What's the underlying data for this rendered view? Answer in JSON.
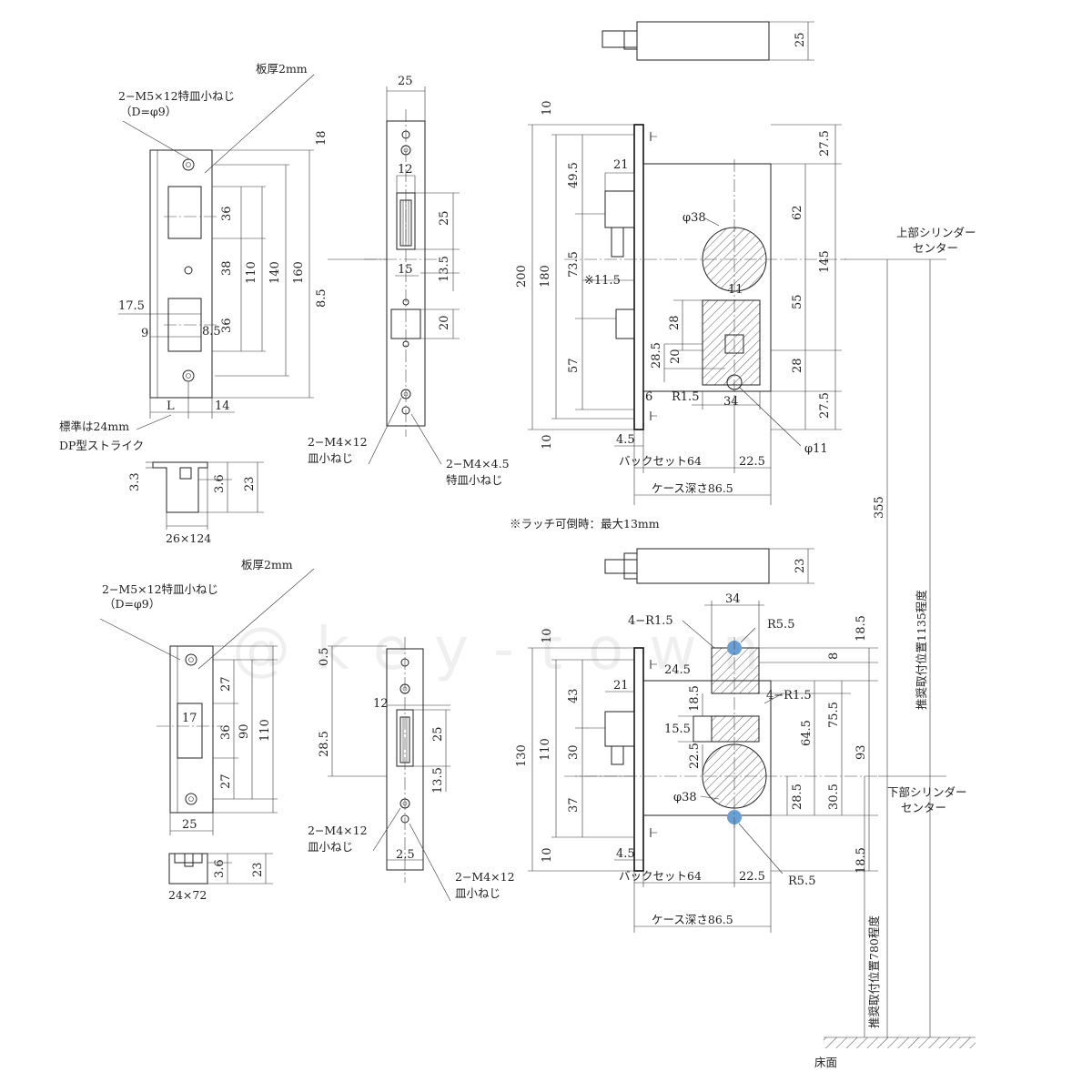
{
  "accent_color": "#6a9fd4",
  "watermark": "@key-town",
  "top": {
    "plate_thickness": "板厚2mm",
    "screw_note_1": "2−M5×12特皿小ねじ",
    "screw_note_2": "（D=φ9）",
    "standard_note": "標準は24mm",
    "strike_type": "DP型ストライク",
    "strike_size": "26×124",
    "front_screw_1a": "2−M4×12",
    "front_screw_1b": "皿小ねじ",
    "front_screw_2a": "2−M4×4.5",
    "front_screw_2b": "特皿小ねじ",
    "backset": "バックセット64",
    "case_depth": "ケース深さ86.5",
    "latch_note": "※ラッチ可倒時：最大13mm",
    "d_36a": "36",
    "d_38": "38",
    "d_36b": "36",
    "d_110": "110",
    "d_140": "140",
    "d_160": "160",
    "d_18": "18",
    "d_8_5a": "8.5",
    "d_17_5": "17.5",
    "d_9": "9",
    "d_8_5b": "8.5",
    "d_L": "L",
    "d_14": "14",
    "d_3_3": "3.3",
    "d_3_6": "3.6",
    "d_23": "23",
    "d_25": "25",
    "d_12": "12",
    "d_25b": "25",
    "d_15": "15",
    "d_13_5": "13.5",
    "d_20": "20",
    "d_10a": "10",
    "d_200": "200",
    "d_180": "180",
    "d_10b": "10",
    "d_49_5": "49.5",
    "d_21": "21",
    "d_73_5": "73.5",
    "d_11_5": "※11.5",
    "d_57": "57",
    "d_28a": "28",
    "d_28_5": "28.5",
    "d_20b": "20",
    "d_6": "6",
    "d_R1_5": "R1.5",
    "d_phi38": "φ38",
    "d_11": "11",
    "d_34": "34",
    "d_phi11": "φ11",
    "d_27_5a": "27.5",
    "d_62": "62",
    "d_55": "55",
    "d_145": "145",
    "d_28b": "28",
    "d_27_5b": "27.5",
    "d_4_5": "4.5",
    "d_22_5": "22.5",
    "d_25top": "25"
  },
  "bottom": {
    "plate_thickness": "板厚2mm",
    "screw_note_1": "2−M5×12特皿小ねじ",
    "screw_note_2": "（D=φ9）",
    "strike_size": "24×72",
    "front_screw_1a": "2−M4×12",
    "front_screw_1b": "皿小ねじ",
    "front_screw_2a": "2−M4×12",
    "front_screw_2b": "皿小ねじ",
    "backset": "バックセット64",
    "case_depth": "ケース深さ86.5",
    "d_0_5": "0.5",
    "d_27a": "27",
    "d_17": "17",
    "d_36": "36",
    "d_90": "90",
    "d_110": "110",
    "d_27b": "27",
    "d_28_5": "28.5",
    "d_25": "25",
    "d_3_6": "3.6",
    "d_23": "23",
    "d_12": "12",
    "d_25b": "25",
    "d_13_5": "13.5",
    "d_2_5": "2.5",
    "d_10a": "10",
    "d_130": "130",
    "d_110b": "110",
    "d_10b": "10",
    "d_43": "43",
    "d_30": "30",
    "d_37": "37",
    "d_21": "21",
    "d_4R1_5a": "4−R1.5",
    "d_34": "34",
    "d_R5_5a": "R5.5",
    "d_24_5": "24.5",
    "d_4R1_5b": "4−R1.5",
    "d_18_5a": "18.5",
    "d_15_5": "15.5",
    "d_22_5a": "22.5",
    "d_phi38": "φ38",
    "d_18_5b": "18.5",
    "d_8": "8",
    "d_75_5": "75.5",
    "d_64_5": "64.5",
    "d_93": "93",
    "d_28_5b": "28.5",
    "d_30_5": "30.5",
    "d_18_5c": "18.5",
    "d_4_5": "4.5",
    "d_22_5": "22.5",
    "d_R5_5b": "R5.5",
    "d_23top": "23"
  },
  "right": {
    "upper_center_1": "上部シリンダー",
    "upper_center_2": "センター",
    "lower_center_1": "下部シリンダー",
    "lower_center_2": "センター",
    "d_355": "355",
    "upper_position": "推奨取付位置1135程度",
    "lower_position": "推奨取付位置780程度",
    "floor": "床面"
  }
}
